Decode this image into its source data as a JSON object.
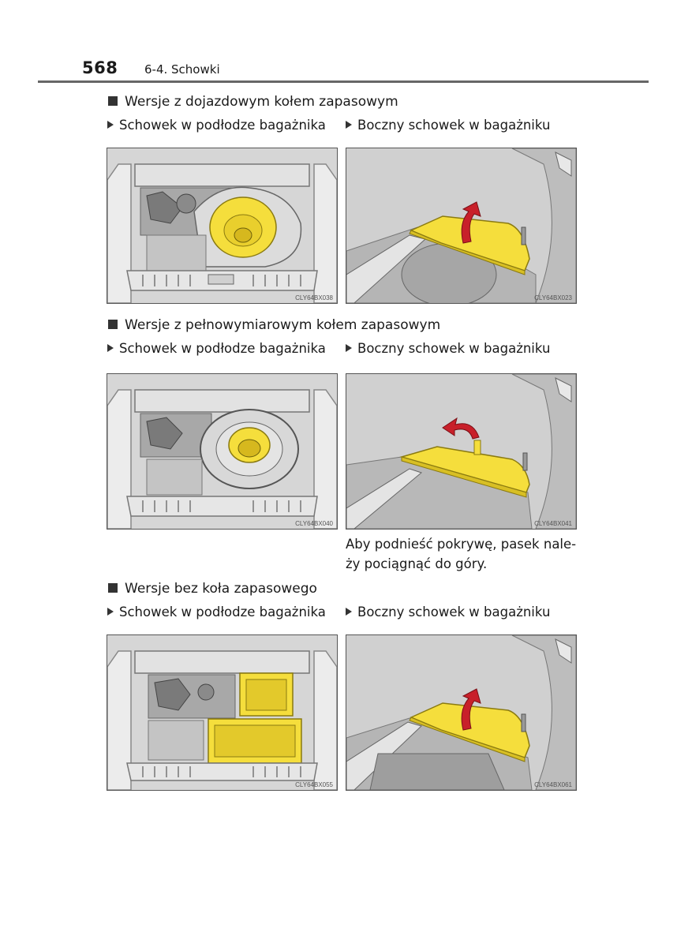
{
  "header": {
    "page_number": "568",
    "section": "6-4. Schowki"
  },
  "sections": [
    {
      "title": "Wersje z dojazdowym kołem zapasowym",
      "left_label": "Schowek w podłodze bagażnika",
      "right_label": "Boczny schowek w bagażniku",
      "left_code": "CLY64BX038",
      "right_code": "CLY64BX023"
    },
    {
      "title": "Wersje z pełnowymiarowym kołem zapasowym",
      "left_label": "Schowek w podłodze bagażnika",
      "right_label": "Boczny schowek w bagażniku",
      "left_code": "CLY64BX040",
      "right_code": "CLY64BX041",
      "caption_line1": "Aby podnieść pokrywę, pasek nale-",
      "caption_line2": "ży pociągnąć do góry."
    },
    {
      "title": "Wersje bez koła zapasowego",
      "left_label": "Schowek w podłodze bagażnika",
      "right_label": "Boczny schowek w bagażniku",
      "left_code": "CLY64BX055",
      "right_code": "CLY64BX061"
    }
  ],
  "colors": {
    "highlight": "#f5de3c",
    "arrow": "#c8202a",
    "figure_bg": "#cfcfcf"
  }
}
